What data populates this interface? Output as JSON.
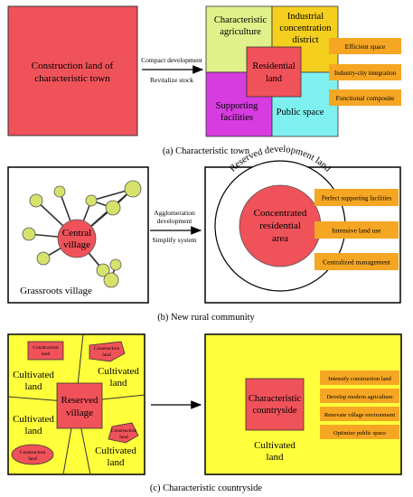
{
  "panel_a": {
    "left_box": [
      "Construction land of",
      "characteristic town"
    ],
    "arrow_top": "Compact development",
    "arrow_bottom": "Revitalize stock",
    "quad_tl": [
      "Characteristic",
      "agriculture"
    ],
    "quad_tr": [
      "Industrial",
      "concentration",
      "district"
    ],
    "quad_bl": [
      "Supporting",
      "facilities"
    ],
    "quad_br": "Public space",
    "center": [
      "Residential",
      "land"
    ],
    "labels": [
      "Efficient space",
      "Industry-city integration",
      "Functional composite"
    ],
    "caption": "(a)  Characteristic town"
  },
  "panel_b": {
    "central": [
      "Central",
      "village"
    ],
    "grassroots": "Grassroots village",
    "arrow_top": [
      "Agglomeration",
      "development"
    ],
    "arrow_bottom": "Simplify system",
    "ring_text": "Reserved development land",
    "center": [
      "Concentrated",
      "residential",
      "area"
    ],
    "labels": [
      "Perfect supporting facilities",
      "Intensive land use",
      "Centralized management"
    ],
    "caption": "(b)  New rural community"
  },
  "panel_c": {
    "small_land": [
      "Construction",
      "land"
    ],
    "cultivated": [
      "Cultivated",
      "land"
    ],
    "reserved": [
      "Reserved",
      "village"
    ],
    "right_center": [
      "Characteristic",
      "countryside"
    ],
    "right_cultivated": [
      "Cultivated",
      "land"
    ],
    "labels": [
      "Intensify construction land",
      "Develop modern agriculture",
      "Renovate village environment",
      "Optimize public space"
    ],
    "caption": "(c)  Characteristic countryside"
  },
  "colors": {
    "red": "#f0525a",
    "yellow": "#ffff3c",
    "green_node": "#d6e26a",
    "orange": "#f5a623",
    "magenta": "#d63ce0",
    "cyan": "#7ff0f0",
    "gold": "#f5cf1e",
    "lime": "#e0f08a"
  }
}
